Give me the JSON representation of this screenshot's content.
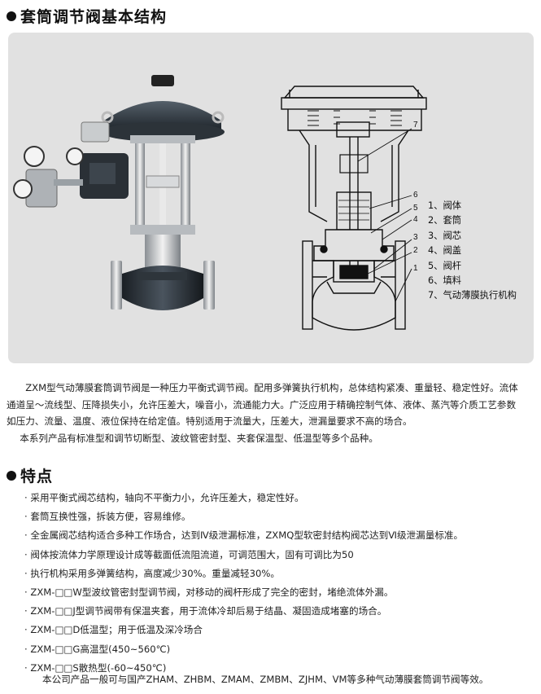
{
  "section1": {
    "title": "套筒调节阀基本结构"
  },
  "diagram": {
    "callouts": [
      "7",
      "6",
      "5",
      "4",
      "3",
      "2",
      "1"
    ],
    "parts": [
      "1、阀体",
      "2、套筒",
      "3、阀芯",
      "4、阀盖",
      "5、阀杆",
      "6、填料",
      "7、气动薄膜执行机构"
    ]
  },
  "intro": {
    "line1": "ZXM型气动薄膜套筒调节阀是一种压力平衡式调节阀。配用多弹簧执行机构，总体结构紧凑、重量轻、稳定性好。流体",
    "line2": "通道呈～流线型、压降损失小，允许压差大，噪音小，流通能力大。广泛应用于精确控制气体、液体、蒸汽等介质工艺参数",
    "line3": "如压力、流量、温度、液位保持在给定值。特别适用于流量大，压差大，泄漏量要求不高的场合。",
    "line4": "本系列产品有标准型和调节切断型、波纹管密封型、夹套保温型、低温型等多个品种。"
  },
  "section2": {
    "title": "特点"
  },
  "features": [
    "· 采用平衡式阀芯结构，轴向不平衡力小，允许压差大，稳定性好。",
    "· 套筒互换性强，拆装方便，容易维修。",
    "· 全金属阀芯结构适合多种工作场合，达到Ⅳ级泄漏标准，ZXMQ型软密封结构阀芯达到Ⅵ级泄漏量标准。",
    "· 阀体按流体力学原理设计成等截面低流阻流道，可调范围大，固有可调比为50",
    "· 执行机构采用多弹簧结构，高度减少30%。重量减轻30%。",
    "· ZXM-□□W型波纹管密封型调节阀，对移动的阀杆形成了完全的密封，堵绝流体外漏。",
    "· ZXM-□□J型调节阀带有保温夹套，用于流体冷却后易于结晶、凝固造成堵塞的场合。",
    "· ZXM-□□D低温型；用于低温及深冷场合",
    "· ZXM-□□G高温型(450~560℃)",
    "· ZXM-□□S散热型(-60~450℃)"
  ],
  "closing": "本公司产品一般可与国产ZHAM、ZHBM、ZMAM、ZMBM、ZJHM、VM等多种气动薄膜套筒调节阀等效。"
}
